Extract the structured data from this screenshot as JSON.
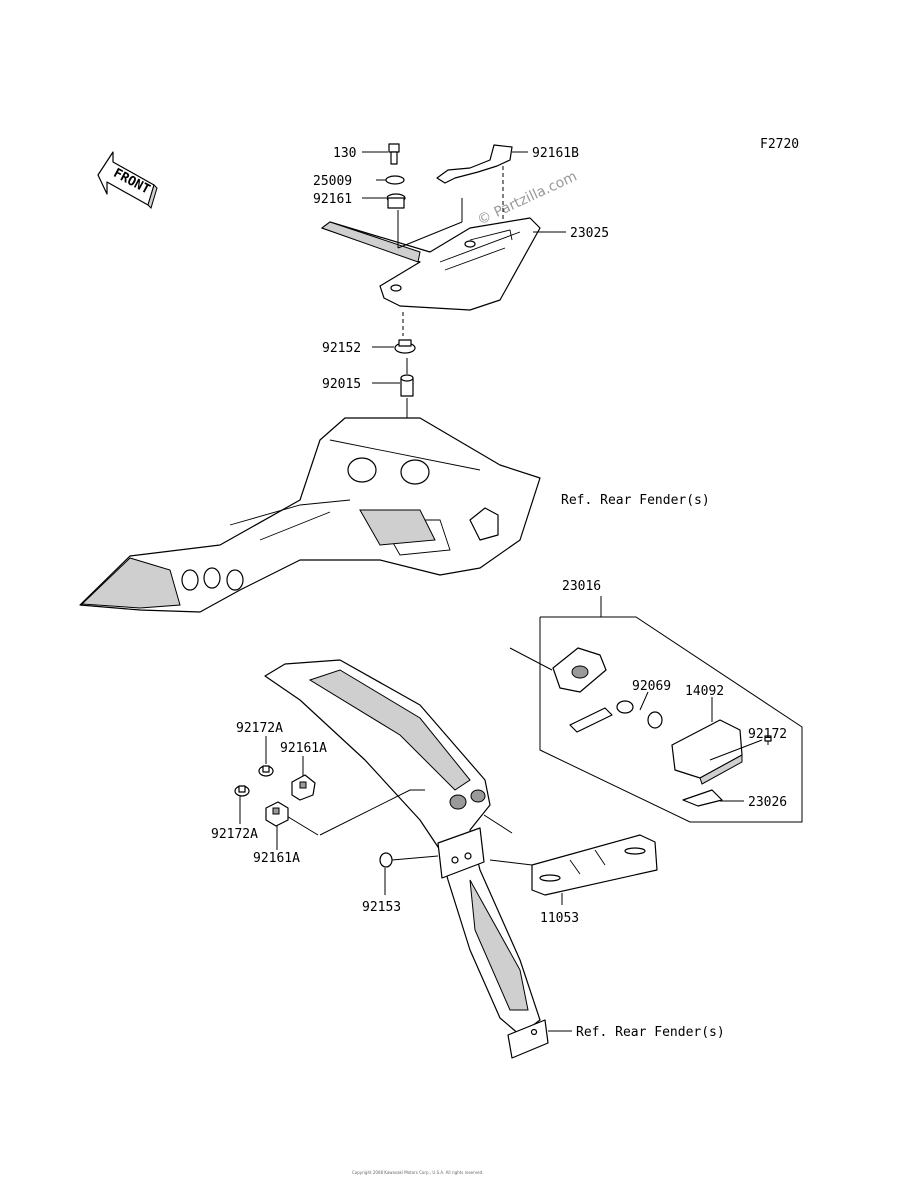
{
  "figure_code": "F2720",
  "front_label": "FRONT",
  "watermark": "© Partzilla.com",
  "refs": {
    "rear_fender_top": "Ref. Rear Fender(s)",
    "rear_fender_bottom": "Ref. Rear Fender(s)"
  },
  "parts": {
    "p130": "130",
    "p25009": "25009",
    "p92161": "92161",
    "p92161B": "92161B",
    "p23025": "23025",
    "p92152": "92152",
    "p92015": "92015",
    "p23016": "23016",
    "p92069": "92069",
    "p14092": "14092",
    "p92172": "92172",
    "p23026": "23026",
    "p92172A_top": "92172A",
    "p92161A_top": "92161A",
    "p92172A_bottom": "92172A",
    "p92161A_bottom": "92161A",
    "p92153": "92153",
    "p11053": "11053"
  },
  "footer": "Copyright 2008 Kawasaki Motors Corp., U.S.A. All rights reserved."
}
